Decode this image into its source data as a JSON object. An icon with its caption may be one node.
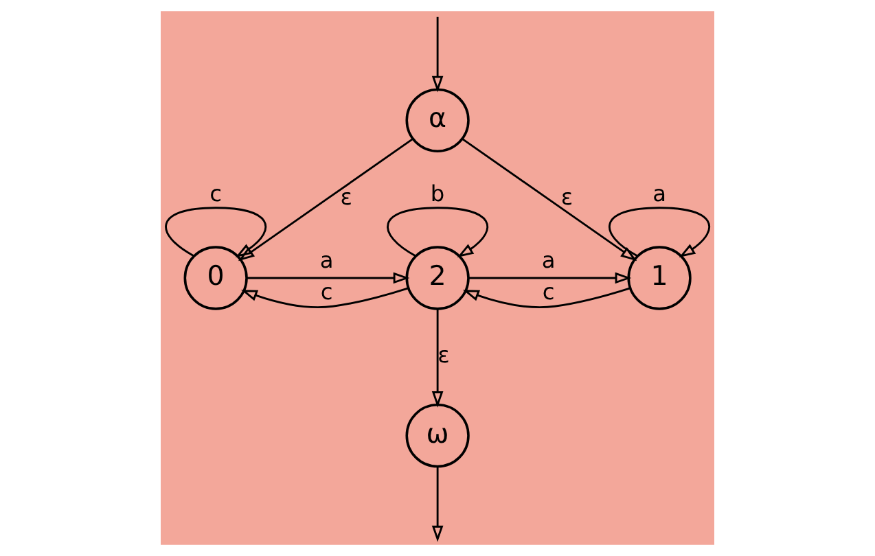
{
  "diagram": {
    "nodes": [
      {
        "text": [
          "α"
        ]
      },
      {
        "text": [
          "0"
        ]
      },
      {
        "text": [
          "2"
        ]
      },
      {
        "text": [
          "1"
        ]
      },
      {
        "text": [
          "ω"
        ]
      }
    ],
    "edges": [
      {
        "from": null,
        "to": 0,
        "arrow": "to"
      },
      {
        "from": 0,
        "to": 1,
        "arrow": "to",
        "label": "ε"
      },
      {
        "from": 0,
        "to": 3,
        "arrow": "to",
        "label": "ε"
      },
      {
        "from": 1,
        "to": 1,
        "arrow": "to",
        "label": "c"
      },
      {
        "from": 1,
        "to": 2,
        "arrow": "to",
        "label": "a"
      },
      {
        "from": 2,
        "to": 1,
        "arrow": "to",
        "label": "c"
      },
      {
        "from": 2,
        "to": 2,
        "arrow": "to",
        "label": "b"
      },
      {
        "from": 3,
        "to": 2,
        "arrow": "to",
        "label": "c"
      },
      {
        "from": 2,
        "to": 3,
        "arrow": "to",
        "label": "a"
      },
      {
        "from": 3,
        "to": 3,
        "arrow": "to",
        "label": "a"
      },
      {
        "from": 2,
        "to": 4,
        "arrow": "to",
        "label": "ε"
      },
      {
        "from": 4,
        "to": null,
        "arrow": "to"
      }
    ]
  }
}
